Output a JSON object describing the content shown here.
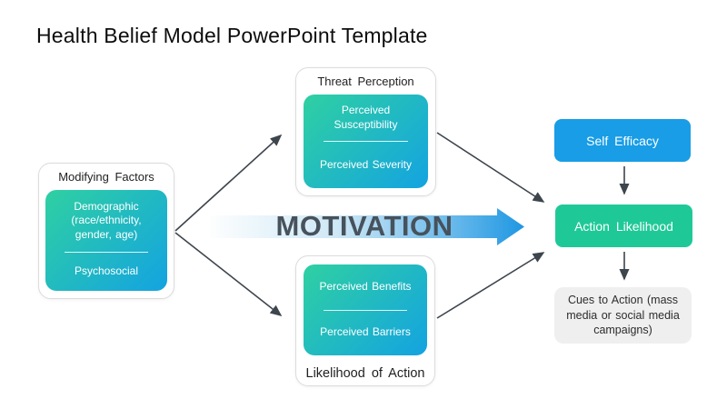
{
  "slide": {
    "title": "Health Belief Model PowerPoint Template"
  },
  "motivation": {
    "label": "MOTIVATION"
  },
  "boxes": {
    "modifying_factors": {
      "title": "Modifying Factors",
      "top": "Demographic (race/ethnicity, gender, age)",
      "bottom": "Psychosocial"
    },
    "threat_perception": {
      "title": "Threat Perception",
      "top": "Perceived Susceptibility",
      "bottom": "Perceived Severity"
    },
    "likelihood_of_action": {
      "title": "Likelihood of Action",
      "top": "Perceived Benefits",
      "bottom": "Perceived Barriers"
    }
  },
  "right_column": {
    "self_efficacy": "Self Efficacy",
    "action_likelihood": "Action Likelihood",
    "cues_to_action": "Cues to Action (mass media or social media campaigns)"
  },
  "colors": {
    "gradient_start": "#2fd0a2",
    "gradient_end": "#14a3e1",
    "blue_pill": "#189de6",
    "green_pill": "#1fc997",
    "gray_pill": "#efefef",
    "arrow": "#3d454d",
    "motivation_text": "#47525c",
    "motivation_arrow_end": "#1f97e2"
  }
}
